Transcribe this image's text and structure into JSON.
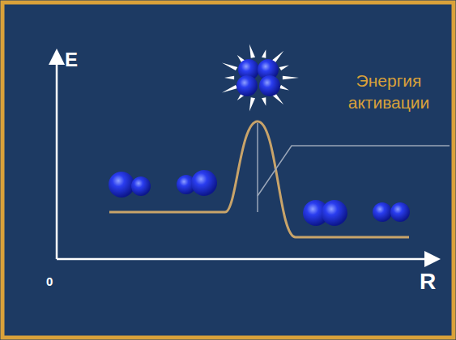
{
  "diagram": {
    "labels": [
      "E",
      "0",
      "R",
      "Энергия активации"
    ]
  }
}
